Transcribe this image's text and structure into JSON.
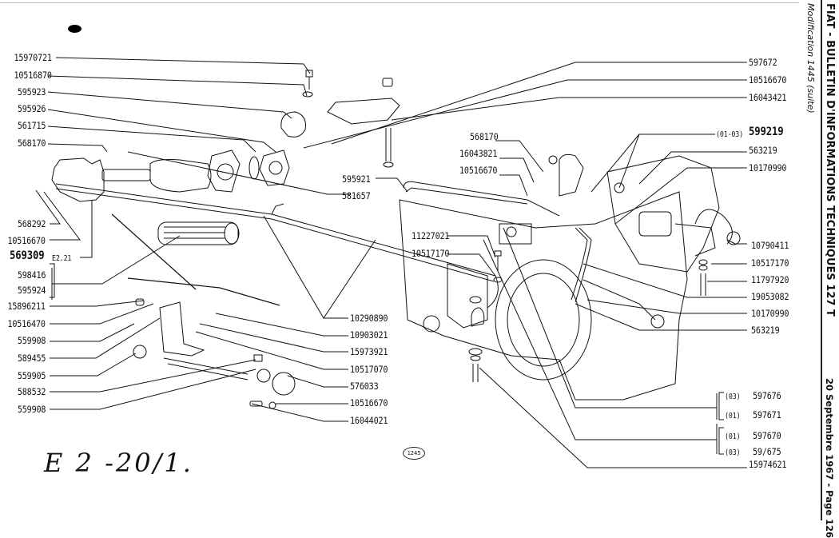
{
  "document": {
    "header_title": "FIAT - BULLETIN D'INFORMATIONS TECHNIQUES 127 T",
    "subtitle": "Modification 1445 (suite)",
    "footer_date_page": "20 Septembre 1967 - Page 126",
    "handwritten_ref": "E 2 -20/1.",
    "stamp": "1245",
    "figure_ref": "E2.21"
  },
  "labels_left": [
    {
      "id": "l1",
      "text": "15970721"
    },
    {
      "id": "l2",
      "text": "10516870"
    },
    {
      "id": "l3",
      "text": "595923"
    },
    {
      "id": "l4",
      "text": "595926"
    },
    {
      "id": "l5",
      "text": "561715"
    },
    {
      "id": "l6",
      "text": "568170"
    },
    {
      "id": "l7",
      "text": "568292"
    },
    {
      "id": "l8",
      "text": "10516670"
    },
    {
      "id": "l9",
      "text": "569309"
    },
    {
      "id": "l10",
      "text": "598416"
    },
    {
      "id": "l11",
      "text": "595924"
    },
    {
      "id": "l12",
      "text": "15896211"
    },
    {
      "id": "l13",
      "text": "10516470"
    },
    {
      "id": "l14",
      "text": "559908"
    },
    {
      "id": "l15",
      "text": "589455"
    },
    {
      "id": "l16",
      "text": "559905"
    },
    {
      "id": "l17",
      "text": "588532"
    },
    {
      "id": "l18",
      "text": "559908"
    }
  ],
  "labels_center": [
    {
      "id": "c1",
      "text": "595921"
    },
    {
      "id": "c2",
      "text": "581657"
    },
    {
      "id": "c3",
      "text": "10290890"
    },
    {
      "id": "c4",
      "text": "10903021"
    },
    {
      "id": "c5",
      "text": "15973921"
    },
    {
      "id": "c6",
      "text": "10517070"
    },
    {
      "id": "c7",
      "text": "576033"
    },
    {
      "id": "c8",
      "text": "10516670"
    },
    {
      "id": "c9",
      "text": "16044021"
    },
    {
      "id": "c10",
      "text": "568170"
    },
    {
      "id": "c11",
      "text": "16043821"
    },
    {
      "id": "c12",
      "text": "10516670"
    },
    {
      "id": "c13",
      "text": "11227021"
    },
    {
      "id": "c14",
      "text": "10517170"
    }
  ],
  "labels_right": [
    {
      "id": "r1",
      "text": "597672"
    },
    {
      "id": "r2",
      "text": "10516670"
    },
    {
      "id": "r3",
      "text": "16043421"
    },
    {
      "id": "r4",
      "prefix": "(01-03)",
      "text": "599219"
    },
    {
      "id": "r5",
      "text": "563219"
    },
    {
      "id": "r6",
      "text": "10170990"
    },
    {
      "id": "r7",
      "text": "10790411"
    },
    {
      "id": "r8",
      "text": "10517170"
    },
    {
      "id": "r9",
      "text": "11797920"
    },
    {
      "id": "r10",
      "text": "19053082"
    },
    {
      "id": "r11",
      "text": "10170990"
    },
    {
      "id": "r12",
      "text": "563219"
    },
    {
      "id": "r13",
      "prefix": "(03)",
      "text": "597676"
    },
    {
      "id": "r14",
      "prefix": "(01)",
      "text": "597671"
    },
    {
      "id": "r15",
      "prefix": "(01)",
      "text": "597670"
    },
    {
      "id": "r16",
      "prefix": "(03)",
      "text": "59/675"
    },
    {
      "id": "r17",
      "text": "15974621"
    }
  ]
}
